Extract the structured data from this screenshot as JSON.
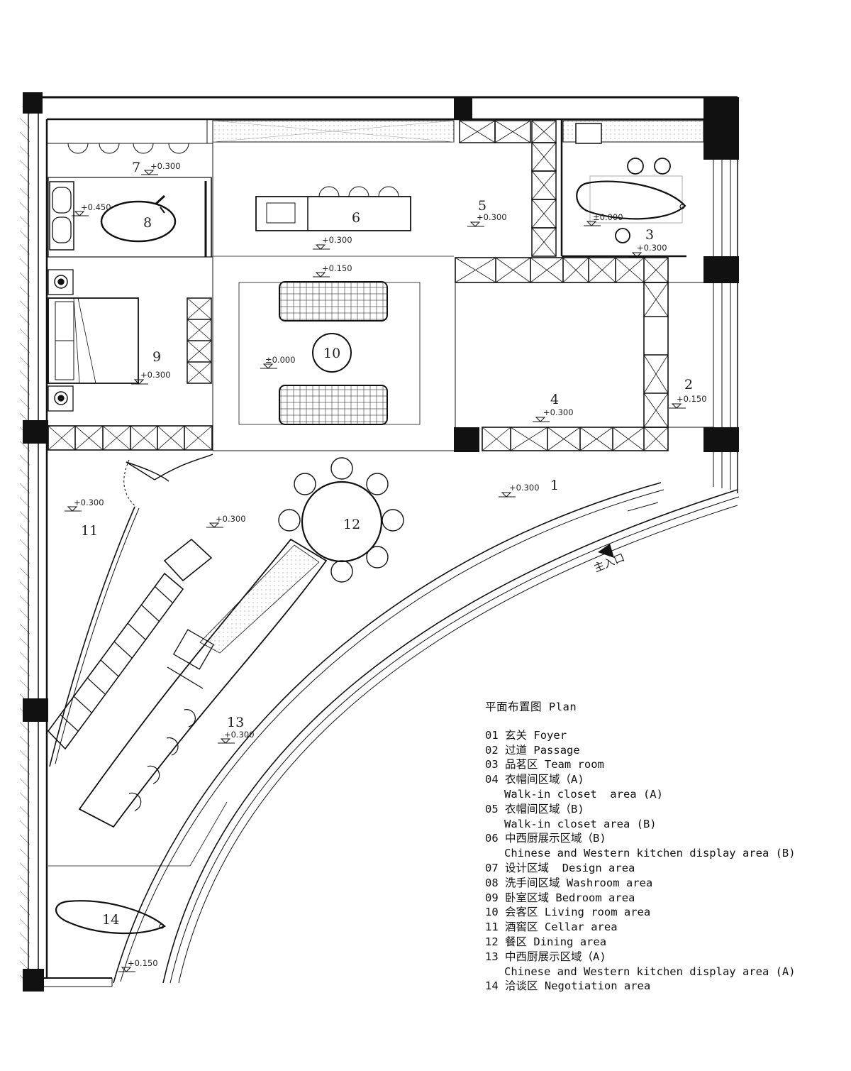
{
  "rooms": [
    {
      "no": "1",
      "elev": "+0.300"
    },
    {
      "no": "2",
      "elev": "+0.150"
    },
    {
      "no": "3",
      "elev": "+0.300"
    },
    {
      "no": "4",
      "elev": "+0.300"
    },
    {
      "no": "5",
      "elev": "+0.300"
    },
    {
      "no": "6",
      "elev": "+0.300"
    },
    {
      "no": "7",
      "elev": "+0.300"
    },
    {
      "no": "8",
      "elev": "+0.450"
    },
    {
      "no": "9",
      "elev": "+0.300"
    },
    {
      "no": "10",
      "elev": "±0.000"
    },
    {
      "no": "11",
      "elev": "+0.300"
    },
    {
      "no": "12",
      "elev": "+0.300"
    },
    {
      "no": "13",
      "elev": "+0.300"
    },
    {
      "no": "14",
      "elev": "+0.150"
    }
  ],
  "extra_levels": {
    "tea": "±0.000",
    "living": "+0.150"
  },
  "entrance_label": "主入口",
  "legend": {
    "title": "平面布置图 Plan",
    "items": [
      {
        "no": "01",
        "zh": "玄关",
        "en": "Foyer"
      },
      {
        "no": "02",
        "zh": "过道",
        "en": "Passage"
      },
      {
        "no": "03",
        "zh": "品茗区",
        "en": "Team room"
      },
      {
        "no": "04",
        "zh": "衣帽间区域（A)",
        "en": "Walk-in closet  area (A)"
      },
      {
        "no": "05",
        "zh": "衣帽间区域（B)",
        "en": "Walk-in closet area (B)"
      },
      {
        "no": "06",
        "zh": "中西厨展示区域（B)",
        "en": "Chinese and Western kitchen display area (B)"
      },
      {
        "no": "07",
        "zh": "设计区域",
        "en": " Design area"
      },
      {
        "no": "08",
        "zh": "洗手间区域",
        "en": "Washroom area"
      },
      {
        "no": "09",
        "zh": "卧室区域",
        "en": "Bedroom area"
      },
      {
        "no": "10",
        "zh": "会客区",
        "en": "Living room area"
      },
      {
        "no": "11",
        "zh": "酒窖区",
        "en": "Cellar area"
      },
      {
        "no": "12",
        "zh": "餐区",
        "en": "Dining area"
      },
      {
        "no": "13",
        "zh": "中西厨展示区域（A)",
        "en": "Chinese and Western kitchen display area (A)"
      },
      {
        "no": "14",
        "zh": "洽谈区",
        "en": "Negotiation area"
      }
    ]
  }
}
